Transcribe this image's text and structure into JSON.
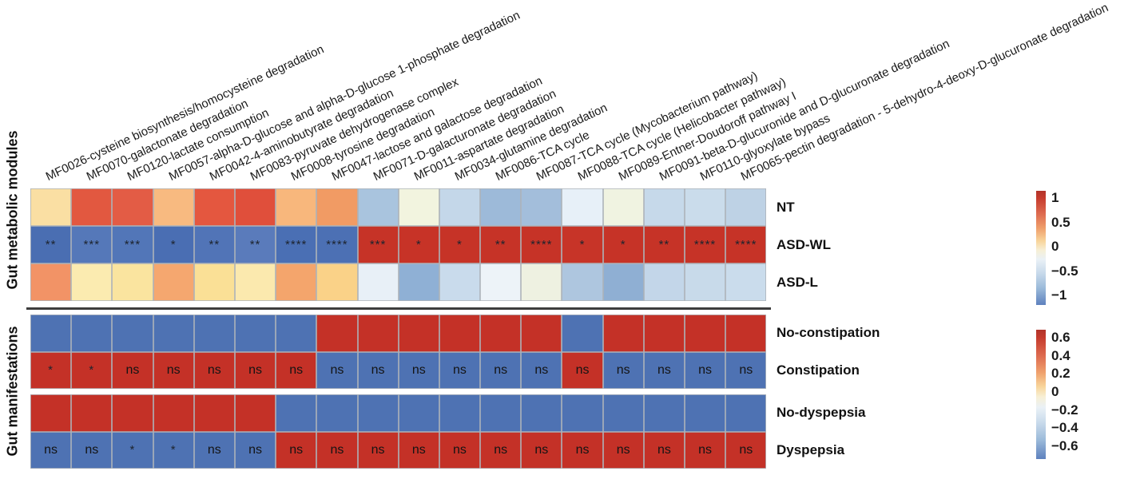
{
  "section_labels": {
    "top": "Gut metabolic modules",
    "bottom": "Gut manifestations"
  },
  "columns": [
    "MF0026-cysteine biosynthesis/homocysteine degradation",
    "MF0070-galactonate degradation",
    "MF0120-lactate consumption",
    "MF0057-alpha-D-glucose and alpha-D-glucose 1-phosphate degradation",
    "MF0042-4-aminobutyrate degradation",
    "MF0083-pyruvate dehydrogenase complex",
    "MF0008-tyrosine degradation",
    "MF0047-lactose and galactose degradation",
    "MF0071-D-galacturonate degradation",
    "MF0011-aspartate degradation",
    "MF0034-glutamine degradation",
    "MF0086-TCA cycle",
    "MF0087-TCA cycle (Mycobacterium pathway)",
    "MF0088-TCA cycle (Helicobacter pathway)",
    "MF0089-Entner-Doudoroff pathway I",
    "MF0091-beta-D-glucuronide and D-glucuronate degradation",
    "MF0110-glyoxylate bypass",
    "MF0065-pectin degradation - 5-dehydro-4-deoxy-D-glucuronate degradation"
  ],
  "top_rows": [
    {
      "label": "NT",
      "cells": [
        {
          "c": "#fadfa3"
        },
        {
          "c": "#e25840"
        },
        {
          "c": "#e35c45"
        },
        {
          "c": "#f8ba80"
        },
        {
          "c": "#e4573f"
        },
        {
          "c": "#e04f3b"
        },
        {
          "c": "#f8b77c"
        },
        {
          "c": "#f19b64"
        },
        {
          "c": "#a9c4de"
        },
        {
          "c": "#f2f4df"
        },
        {
          "c": "#c4d7e9"
        },
        {
          "c": "#9dbad9"
        },
        {
          "c": "#a3bedb"
        },
        {
          "c": "#e7f0f8"
        },
        {
          "c": "#f0f3e1"
        },
        {
          "c": "#c6d9ea"
        },
        {
          "c": "#cadceb"
        },
        {
          "c": "#bed2e5"
        }
      ]
    },
    {
      "label": "ASD-WL",
      "cells": [
        {
          "c": "#4a6eb2",
          "s": "**"
        },
        {
          "c": "#5578b9",
          "s": "***"
        },
        {
          "c": "#5276b8",
          "s": "***"
        },
        {
          "c": "#4a6eb3",
          "s": "*"
        },
        {
          "c": "#5174b7",
          "s": "**"
        },
        {
          "c": "#5a7bbb",
          "s": "**"
        },
        {
          "c": "#4a6fb4",
          "s": "****"
        },
        {
          "c": "#4c70b4",
          "s": "****"
        },
        {
          "c": "#c63327",
          "s": "***"
        },
        {
          "c": "#c73327",
          "s": "*"
        },
        {
          "c": "#c63327",
          "s": "*"
        },
        {
          "c": "#c63327",
          "s": "**"
        },
        {
          "c": "#c63327",
          "s": "****"
        },
        {
          "c": "#c73428",
          "s": "*"
        },
        {
          "c": "#c63327",
          "s": "*"
        },
        {
          "c": "#c63327",
          "s": "**"
        },
        {
          "c": "#c63327",
          "s": "****"
        },
        {
          "c": "#c63327",
          "s": "****"
        }
      ]
    },
    {
      "label": "ASD-L",
      "cells": [
        {
          "c": "#f29366"
        },
        {
          "c": "#fbebb0"
        },
        {
          "c": "#fae49f"
        },
        {
          "c": "#f5a76f"
        },
        {
          "c": "#fae096"
        },
        {
          "c": "#fbe9ae"
        },
        {
          "c": "#f4a56c"
        },
        {
          "c": "#fad288"
        },
        {
          "c": "#e8f0f7"
        },
        {
          "c": "#8fb0d5"
        },
        {
          "c": "#c9dbec"
        },
        {
          "c": "#edf3f8"
        },
        {
          "c": "#eef1e1"
        },
        {
          "c": "#aec6df"
        },
        {
          "c": "#8fafd3"
        },
        {
          "c": "#c3d6e9"
        },
        {
          "c": "#c8daea"
        },
        {
          "c": "#cadcec"
        }
      ]
    }
  ],
  "bottom_rows": [
    {
      "label": "No-constipation",
      "cells": [
        {
          "c": "#4e72b3"
        },
        {
          "c": "#4e72b3"
        },
        {
          "c": "#4e72b3"
        },
        {
          "c": "#4e72b3"
        },
        {
          "c": "#4e72b3"
        },
        {
          "c": "#4e72b3"
        },
        {
          "c": "#4e72b3"
        },
        {
          "c": "#c43127"
        },
        {
          "c": "#c43127"
        },
        {
          "c": "#c43127"
        },
        {
          "c": "#c43127"
        },
        {
          "c": "#c43127"
        },
        {
          "c": "#c43127"
        },
        {
          "c": "#4e72b3"
        },
        {
          "c": "#c43127"
        },
        {
          "c": "#c43127"
        },
        {
          "c": "#c43127"
        },
        {
          "c": "#c43127"
        }
      ]
    },
    {
      "label": "Constipation",
      "cells": [
        {
          "c": "#c43127",
          "s": "*"
        },
        {
          "c": "#c43127",
          "s": "*"
        },
        {
          "c": "#c43127",
          "s": "ns"
        },
        {
          "c": "#c43127",
          "s": "ns"
        },
        {
          "c": "#c43127",
          "s": "ns"
        },
        {
          "c": "#c43127",
          "s": "ns"
        },
        {
          "c": "#c43127",
          "s": "ns"
        },
        {
          "c": "#4e72b3",
          "s": "ns"
        },
        {
          "c": "#4e72b3",
          "s": "ns"
        },
        {
          "c": "#4e72b3",
          "s": "ns"
        },
        {
          "c": "#4e72b3",
          "s": "ns"
        },
        {
          "c": "#4e72b3",
          "s": "ns"
        },
        {
          "c": "#4e72b3",
          "s": "ns"
        },
        {
          "c": "#c43127",
          "s": "ns"
        },
        {
          "c": "#4e72b3",
          "s": "ns"
        },
        {
          "c": "#4e72b3",
          "s": "ns"
        },
        {
          "c": "#4e72b3",
          "s": "ns"
        },
        {
          "c": "#4e72b3",
          "s": "ns"
        }
      ]
    },
    {
      "label": "No-dyspepsia",
      "cells": [
        {
          "c": "#c43127"
        },
        {
          "c": "#c43127"
        },
        {
          "c": "#c43127"
        },
        {
          "c": "#c43127"
        },
        {
          "c": "#c43127"
        },
        {
          "c": "#c43127"
        },
        {
          "c": "#4e72b3"
        },
        {
          "c": "#4e72b3"
        },
        {
          "c": "#4e72b3"
        },
        {
          "c": "#4e72b3"
        },
        {
          "c": "#4e72b3"
        },
        {
          "c": "#4e72b3"
        },
        {
          "c": "#4e72b3"
        },
        {
          "c": "#4e72b3"
        },
        {
          "c": "#4e72b3"
        },
        {
          "c": "#4e72b3"
        },
        {
          "c": "#4e72b3"
        },
        {
          "c": "#4e72b3"
        }
      ]
    },
    {
      "label": "Dyspepsia",
      "cells": [
        {
          "c": "#4e72b3",
          "s": "ns"
        },
        {
          "c": "#4e72b3",
          "s": "ns"
        },
        {
          "c": "#4e72b3",
          "s": "*"
        },
        {
          "c": "#4e72b3",
          "s": "*"
        },
        {
          "c": "#4e72b3",
          "s": "ns"
        },
        {
          "c": "#4e72b3",
          "s": "ns"
        },
        {
          "c": "#c43127",
          "s": "ns"
        },
        {
          "c": "#c43127",
          "s": "ns"
        },
        {
          "c": "#c43127",
          "s": "ns"
        },
        {
          "c": "#c43127",
          "s": "ns"
        },
        {
          "c": "#c43127",
          "s": "ns"
        },
        {
          "c": "#c43127",
          "s": "ns"
        },
        {
          "c": "#c43127",
          "s": "ns"
        },
        {
          "c": "#c43127",
          "s": "ns"
        },
        {
          "c": "#c43127",
          "s": "ns"
        },
        {
          "c": "#c43127",
          "s": "ns"
        },
        {
          "c": "#c43127",
          "s": "ns"
        },
        {
          "c": "#c43127",
          "s": "ns"
        }
      ]
    }
  ],
  "colorbars": [
    {
      "ticks": [
        "1",
        "0.5",
        "0",
        "−0.5",
        "−1"
      ]
    },
    {
      "ticks": [
        "0.6",
        "0.4",
        "0.2",
        "0",
        "−0.2",
        "−0.4",
        "−0.6"
      ]
    }
  ],
  "chart_data": [
    {
      "type": "heatmap",
      "title": "Gut metabolic modules",
      "x_categories": [
        "MF0026-cysteine biosynthesis/homocysteine degradation",
        "MF0070-galactonate degradation",
        "MF0120-lactate consumption",
        "MF0057-alpha-D-glucose and alpha-D-glucose 1-phosphate degradation",
        "MF0042-4-aminobutyrate degradation",
        "MF0083-pyruvate dehydrogenase complex",
        "MF0008-tyrosine degradation",
        "MF0047-lactose and galactose degradation",
        "MF0071-D-galacturonate degradation",
        "MF0011-aspartate degradation",
        "MF0034-glutamine degradation",
        "MF0086-TCA cycle",
        "MF0087-TCA cycle (Mycobacterium pathway)",
        "MF0088-TCA cycle (Helicobacter pathway)",
        "MF0089-Entner-Doudoroff pathway I",
        "MF0091-beta-D-glucuronide and D-glucuronate degradation",
        "MF0110-glyoxylate bypass",
        "MF0065-pectin degradation - 5-dehydro-4-deoxy-D-glucuronate degradation"
      ],
      "y_categories": [
        "NT",
        "ASD-WL",
        "ASD-L"
      ],
      "values": [
        [
          0.3,
          0.8,
          0.75,
          0.45,
          0.8,
          0.82,
          0.45,
          0.55,
          -0.55,
          -0.05,
          -0.4,
          -0.62,
          -0.58,
          -0.25,
          -0.08,
          -0.4,
          -0.38,
          -0.5
        ],
        [
          -0.95,
          -0.85,
          -0.87,
          -0.95,
          -0.88,
          -0.82,
          -0.95,
          -0.93,
          1,
          1,
          1,
          1,
          1,
          1,
          1,
          1,
          1,
          1
        ],
        [
          0.6,
          0.12,
          0.2,
          0.5,
          0.22,
          0.14,
          0.5,
          0.33,
          -0.18,
          -0.7,
          -0.35,
          -0.15,
          -0.08,
          -0.52,
          -0.7,
          -0.38,
          -0.36,
          -0.35
        ]
      ],
      "significance": {
        "ASD-WL": [
          "**",
          "***",
          "***",
          "*",
          "**",
          "**",
          "****",
          "****",
          "***",
          "*",
          "*",
          "**",
          "****",
          "*",
          "*",
          "**",
          "****",
          "****"
        ]
      },
      "colorbar_range": [
        -1,
        1
      ],
      "colorbar_ticks": [
        1,
        0.5,
        0,
        -0.5,
        -1
      ],
      "colormap": "red-cream-blue (RdYlBu-like)",
      "grid": false,
      "legend_position": "right"
    },
    {
      "type": "heatmap",
      "title": "Gut manifestations",
      "x_categories": "same 18 modules as above",
      "y_categories": [
        "No-constipation",
        "Constipation",
        "No-dyspepsia",
        "Dyspepsia"
      ],
      "values": [
        [
          -0.6,
          -0.6,
          -0.6,
          -0.6,
          -0.6,
          -0.6,
          -0.6,
          0.6,
          0.6,
          0.6,
          0.6,
          0.6,
          0.6,
          -0.6,
          0.6,
          0.6,
          0.6,
          0.6
        ],
        [
          0.6,
          0.6,
          0.6,
          0.6,
          0.6,
          0.6,
          0.6,
          -0.6,
          -0.6,
          -0.6,
          -0.6,
          -0.6,
          -0.6,
          0.6,
          -0.6,
          -0.6,
          -0.6,
          -0.6
        ],
        [
          0.6,
          0.6,
          0.6,
          0.6,
          0.6,
          0.6,
          -0.6,
          -0.6,
          -0.6,
          -0.6,
          -0.6,
          -0.6,
          -0.6,
          -0.6,
          -0.6,
          -0.6,
          -0.6,
          -0.6
        ],
        [
          -0.6,
          -0.6,
          -0.6,
          -0.6,
          -0.6,
          -0.6,
          0.6,
          0.6,
          0.6,
          0.6,
          0.6,
          0.6,
          0.6,
          0.6,
          0.6,
          0.6,
          0.6,
          0.6
        ]
      ],
      "significance": {
        "Constipation": [
          "*",
          "*",
          "ns",
          "ns",
          "ns",
          "ns",
          "ns",
          "ns",
          "ns",
          "ns",
          "ns",
          "ns",
          "ns",
          "ns",
          "ns",
          "ns",
          "ns",
          "ns"
        ],
        "Dyspepsia": [
          "ns",
          "ns",
          "*",
          "*",
          "ns",
          "ns",
          "ns",
          "ns",
          "ns",
          "ns",
          "ns",
          "ns",
          "ns",
          "ns",
          "ns",
          "ns",
          "ns",
          "ns"
        ]
      },
      "colorbar_range": [
        -0.6,
        0.6
      ],
      "colorbar_ticks": [
        0.6,
        0.4,
        0.2,
        0,
        -0.2,
        -0.4,
        -0.6
      ],
      "colormap": "red-cream-blue (RdYlBu-like)",
      "grid": false,
      "legend_position": "right"
    }
  ]
}
